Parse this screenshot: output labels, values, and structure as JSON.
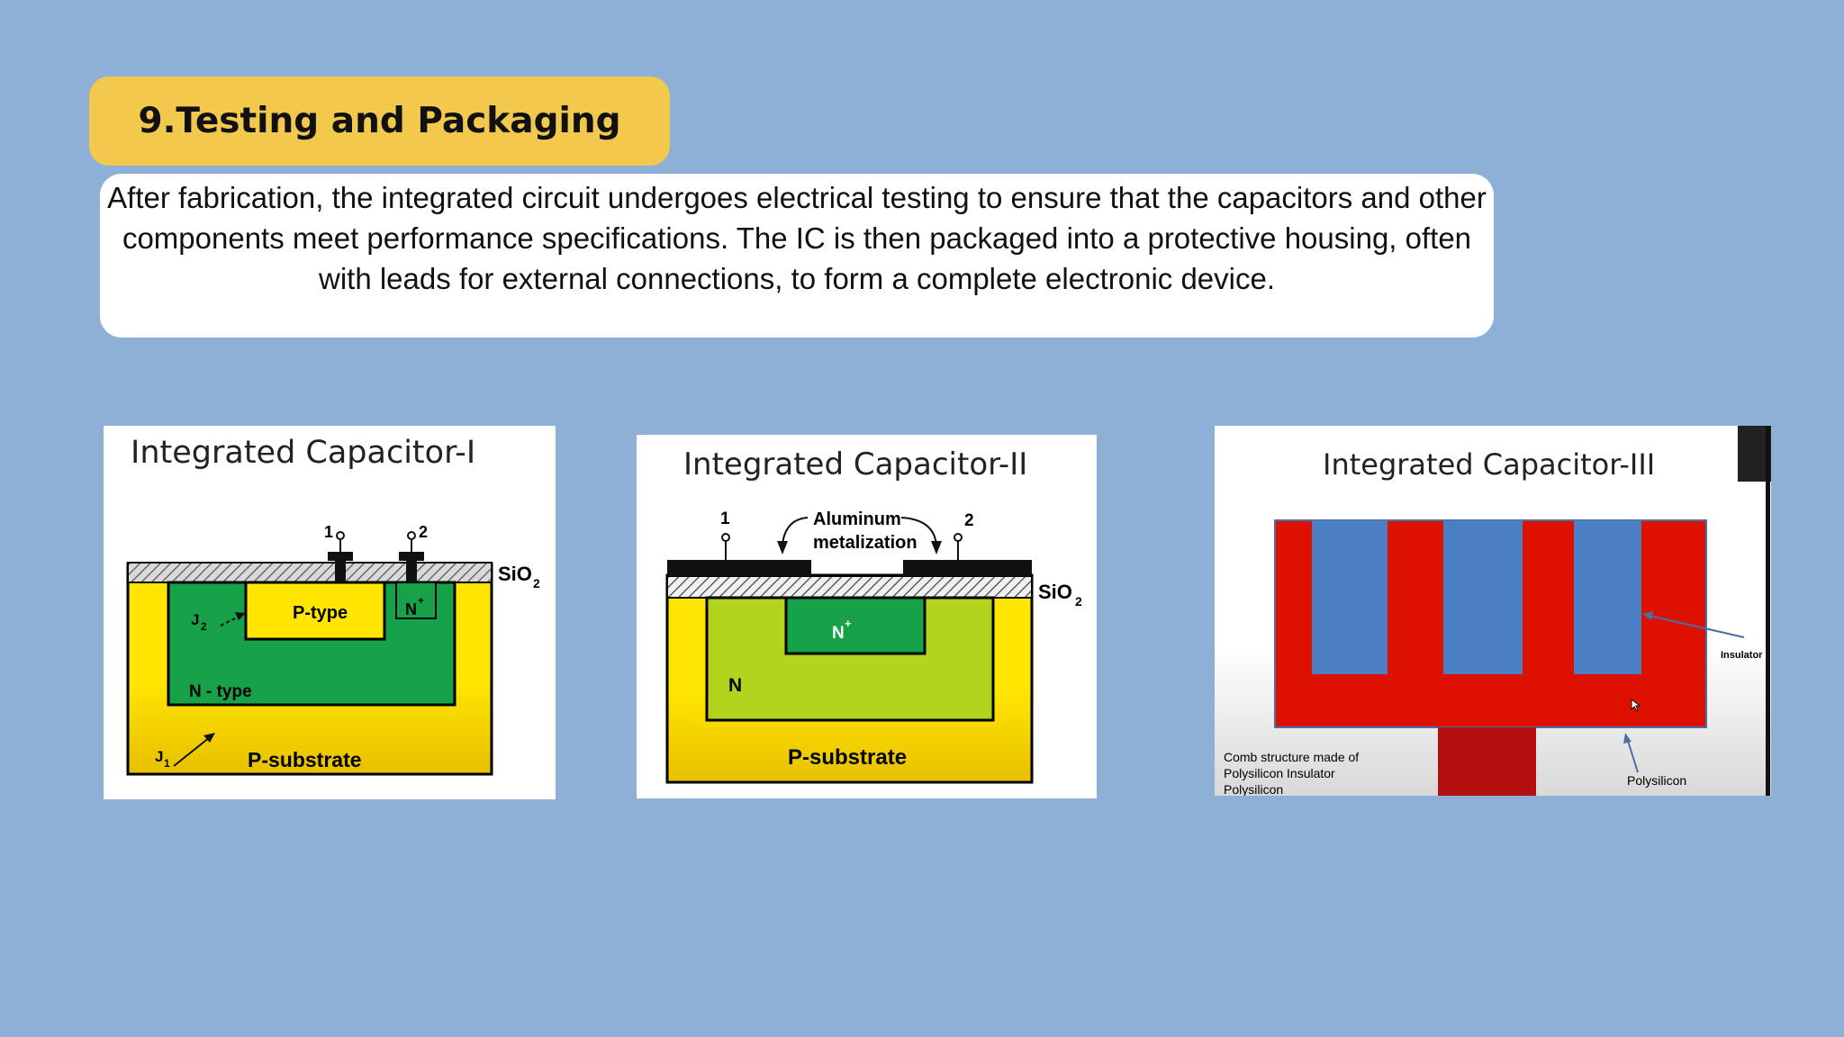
{
  "slide": {
    "heading": "9.Testing and Packaging",
    "description": "After fabrication, the integrated circuit undergoes electrical testing to ensure that the capacitors and other components meet performance specifications. The IC is then packaged into a protective housing, often with leads for external connections, to form a complete electronic device."
  },
  "diagrams": [
    {
      "title": "Integrated Capacitor-I",
      "terminal_1": "1",
      "terminal_2": "2",
      "oxide_label": "SiO",
      "oxide_subscript": "2",
      "p_type_label": "P-type",
      "n_plus_label": "N",
      "n_plus_sup": "+",
      "j2_label": "J",
      "j2_sub": "2",
      "n_type_label": "N - type",
      "j1_label": "J",
      "j1_sub": "1",
      "substrate_label": "P-substrate"
    },
    {
      "title": "Integrated Capacitor-II",
      "terminal_1": "1",
      "terminal_2": "2",
      "metal_label_line1": "Aluminum",
      "metal_label_line2": "metalization",
      "oxide_label": "SiO",
      "oxide_subscript": "2",
      "n_plus_label": "N",
      "n_plus_sup": "+",
      "n_label": "N",
      "substrate_label": "P-substrate"
    },
    {
      "title": "Integrated Capacitor-III",
      "insulator_label": "Insulator",
      "polysilicon_label": "Polysilicon",
      "caption_line1": "Comb structure made of",
      "caption_line2": "Polysilicon  Insulator",
      "caption_line3": "Polysilicon"
    }
  ],
  "colors": {
    "background": "#8eb0d6",
    "heading_pill": "#f2c94c",
    "yellow": "#ffe600",
    "green": "#17a24a",
    "light_green": "#b3d41c",
    "red": "#dd1100",
    "blue": "#4a7fc4"
  }
}
